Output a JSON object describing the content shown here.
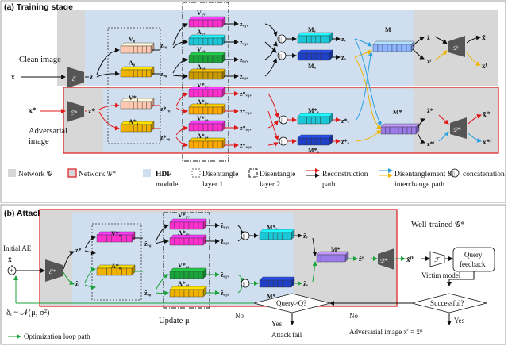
{
  "training": {
    "title": "(a) Training stage",
    "clean_image": "Clean image",
    "adversarial_image": [
      "Adversarial",
      "image"
    ],
    "x": "x",
    "x_star": "x*",
    "z": "z",
    "z_star": "z*",
    "V0": "V₀",
    "A0": "A₀",
    "V0s": "V*₀",
    "A0s": "A*₀",
    "V1v": "V₁ᵥ",
    "A1v": "A₁ᵥ",
    "V1a": "V₁ₐ",
    "A1a": "A₁ₐ",
    "V1vs": "V*₁ᵥ",
    "A1vs": "A*₁ᵥ",
    "V1as": "V*₁ₐ",
    "A1as": "A*₁ₐ",
    "zv0": "zᵥ₀",
    "za0": "zₐ₀",
    "zv0s": "z*ᵥ₀",
    "za0s": "z*ₐ₀",
    "zv1v": "zᵥ₁ᵥ",
    "zv1a": "zᵥ₁ₐ",
    "za1v": "zₐ₁ᵥ",
    "za1a": "zₐ₁ₐ",
    "zv1vs": "z*ᵥ₁ᵥ",
    "zv1as": "z*ᵥ₁ₐ",
    "za1vs": "z*ₐ₁ᵥ",
    "za1as": "z*ₐ₁ₐ",
    "Mv": "Mᵥ",
    "Ma": "Mₐ",
    "Mvs": "M*ᵥ",
    "Mas": "M*ₐ",
    "M": "M",
    "Ms": "M*",
    "zv": "zᵥ",
    "za": "zₐ",
    "zvs": "z*ᵥ",
    "zas": "z*ₐ",
    "ztilde": "z̃",
    "zf": "zᶠ",
    "ztildes": "z̃*",
    "zfs": "z*ᶠ",
    "xtilde": "x̃",
    "xf": "xᶠ",
    "xtildes": "x̃*",
    "xfs": "x*ᶠ",
    "E": "ℰ",
    "Es": "ℰ*",
    "D": "𝒟",
    "Ds": "𝒟*",
    "concat": "||"
  },
  "legend": {
    "network_g": "Network 𝒢",
    "network_gs": "Network 𝒢*",
    "hdf": "HDF",
    "hdf_module": "module",
    "dis1": [
      "Disentangle",
      "layer 1"
    ],
    "dis2": [
      "Disentangle",
      "layer 2"
    ],
    "recon": [
      "Reconstruction",
      "path"
    ],
    "disint": [
      "Disentanglement &",
      "interchange path"
    ],
    "concat": "concatenation",
    "concat_sym": "||"
  },
  "attack": {
    "title": "(b) Attack stage",
    "well_trained": "Well-trained 𝒢*",
    "initial_ae": "Initial AE",
    "xhat": "x̂",
    "plus": "+",
    "Es": "ℰ*",
    "zhat": "ẑ*",
    "zhati": "ẑⁱ",
    "V0s": "V*₀",
    "A0s": "A*₀",
    "V1vs": "V*₁ᵥ",
    "A1vs": "A*₁ᵥ",
    "V1as": "V*₁ₐ",
    "A1as": "A*₁ₐ",
    "zv0": "ẑᵥ₀",
    "za0": "ẑₐ₀",
    "zv1v": "ẑᵥ₁ᵥ",
    "zv1a": "ẑᵥ₁ₐ",
    "za1v": "ẑₐ₁ᵥ",
    "za1a": "ẑₐ₁ₐ",
    "Mvs": "M*ᵥ",
    "Mas": "M*ₐ",
    "Ms": "M*",
    "zv": "ẑᵥ",
    "za": "ẑₐ",
    "zf": "ẑᶠⁱ",
    "Ds": "𝒟*",
    "xf": "x̂ᶠⁱ",
    "F": "ℱ",
    "query_feedback": [
      "Query",
      "feedback"
    ],
    "victim_model": "Victim model",
    "noise": "δᵢ ~ 𝒩(μ, σ²)",
    "update": "Update μ",
    "query_q": "Query>Q?",
    "successful": "Successful?",
    "no1": "No",
    "yes1": "Yes",
    "no2": "No",
    "yes2": "Yes",
    "attack_fail": "Attack fail",
    "adv_image": "Adversarial image x′ = x̂ᶠⁱ",
    "opt_loop": "Optimization loop path",
    "concat": "||"
  },
  "colors": {
    "gray": "#d7d7d7",
    "hdf_blue": "#cfdff0",
    "red": "#e01818",
    "green": "#1aa33a",
    "blue": "#2a9fe0",
    "yellow": "#f0b400",
    "cyan": "#19c7d6",
    "pink": "#ff2fd0",
    "orange": "#ffa800",
    "mustard": "#c89a00",
    "purple": "#9a7be8",
    "navy": "#1f3fc4",
    "dark": "#555555"
  }
}
